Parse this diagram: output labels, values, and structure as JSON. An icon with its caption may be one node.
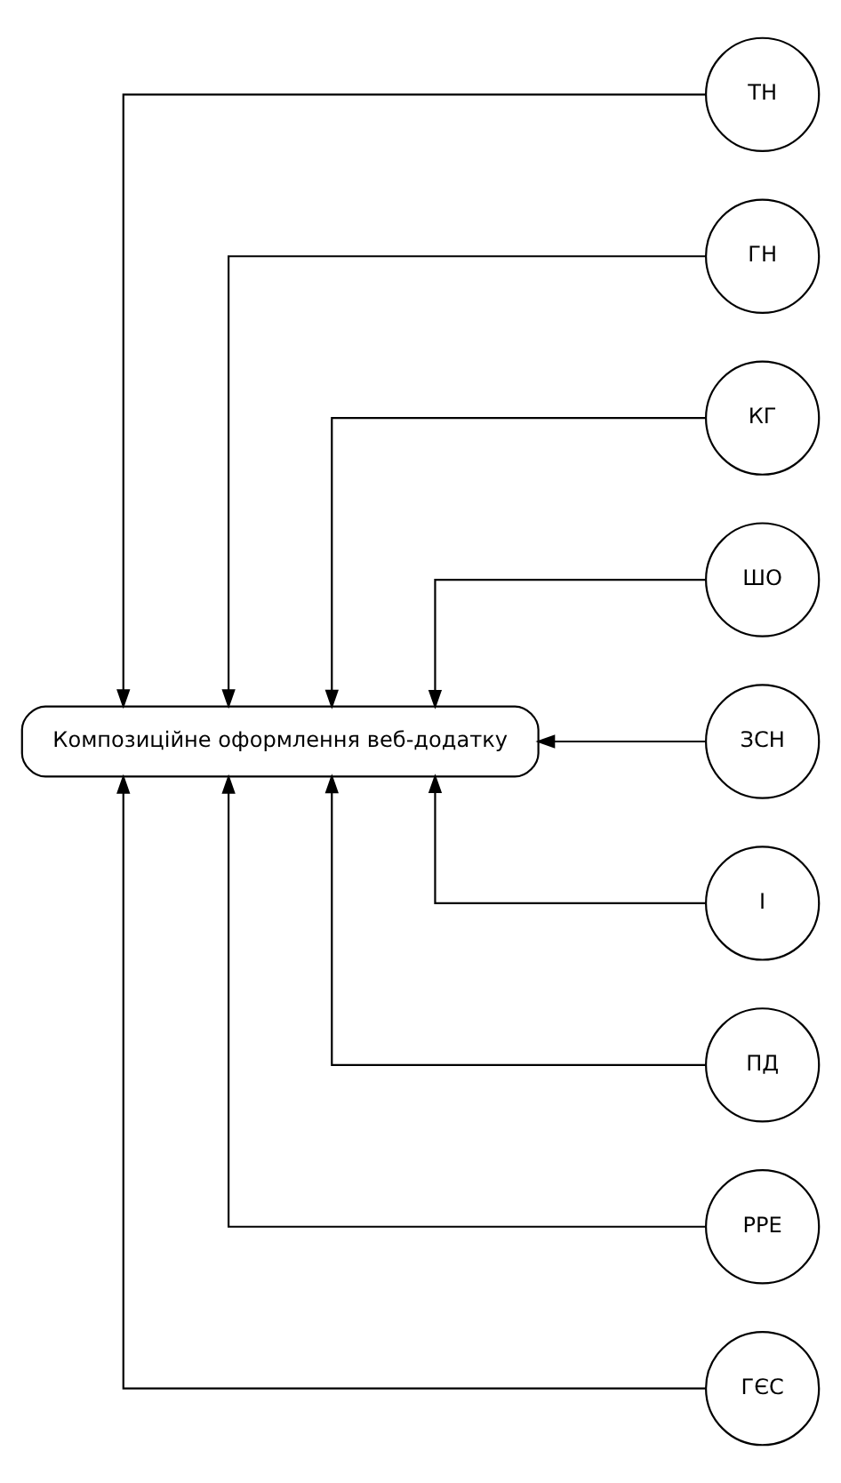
{
  "diagram": {
    "nodes": [
      {
        "text": [
          "Композиційне оформлення веб-додатку"
        ]
      },
      {
        "text": [
          "ТН"
        ]
      },
      {
        "text": [
          "ГН"
        ]
      },
      {
        "text": [
          "КГ"
        ]
      },
      {
        "text": [
          "ШО"
        ]
      },
      {
        "text": [
          "ЗСН"
        ]
      },
      {
        "text": [
          "І"
        ]
      },
      {
        "text": [
          "ПД"
        ]
      },
      {
        "text": [
          "РРЕ"
        ]
      },
      {
        "text": [
          "ГЄС"
        ]
      }
    ],
    "edges": [
      {
        "from": 1,
        "to": 0,
        "arrow": "to"
      },
      {
        "from": 2,
        "to": 0,
        "arrow": "to"
      },
      {
        "from": 3,
        "to": 0,
        "arrow": "to"
      },
      {
        "from": 4,
        "to": 0,
        "arrow": "to"
      },
      {
        "from": 5,
        "to": 0,
        "arrow": "to"
      },
      {
        "from": 6,
        "to": 0,
        "arrow": "to"
      },
      {
        "from": 7,
        "to": 0,
        "arrow": "to"
      },
      {
        "from": 8,
        "to": 0,
        "arrow": "to"
      },
      {
        "from": 9,
        "to": 0,
        "arrow": "to"
      }
    ]
  }
}
